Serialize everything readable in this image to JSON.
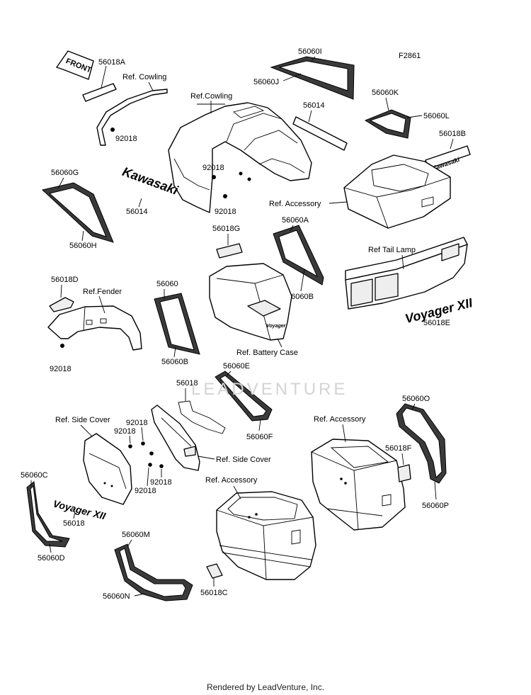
{
  "figure_code": "F2861",
  "watermark": "LEADVENTURE",
  "footer": "Rendered by LeadVenture, Inc.",
  "front_tag": "FRONT",
  "logos": {
    "kawasaki_tank": "Kawasaki",
    "kawasaki_box": "Kawasaki",
    "voyager_rear": "Voyager XII",
    "voyager_side": "Voyager XII",
    "voyager_center": "Voyager"
  },
  "parts": {
    "p56018A": "56018A",
    "p56060I": "56060I",
    "p56060J": "56060J",
    "p92018_a": "92018",
    "p56014_a": "56014",
    "p56060K": "56060K",
    "p56060L": "56060L",
    "p56018B": "56018B",
    "p92018_b": "92018",
    "p92018_c": "92018",
    "p56060G": "56060G",
    "p56014_b": "56014",
    "p56060H": "56060H",
    "p56018G": "56018G",
    "p56060A": "56060A",
    "p56060B_a": "56060B",
    "p56018D": "56018D",
    "p56060_main": "56060",
    "p56060B_b": "56060B",
    "p92018_d": "92018",
    "p56018E": "56018E",
    "p56060E": "56060E",
    "p56018_a": "56018",
    "p56060F": "56060F",
    "p92018_e": "92018",
    "p92018_f": "92018",
    "p92018_g": "92018",
    "p92018_h": "92018",
    "p56060O": "56060O",
    "p56018F": "56018F",
    "p56060P": "56060P",
    "p56060C": "56060C",
    "p56018_b": "56018",
    "p56060D": "56060D",
    "p56060M": "56060M",
    "p56060N": "56060N",
    "p56018C": "56018C"
  },
  "refs": {
    "cowling_a": "Ref. Cowling",
    "cowling_b": "Ref.Cowling",
    "accessory_a": "Ref. Accessory",
    "tail_lamp": "Ref  Tail Lamp",
    "fender": "Ref.Fender",
    "battery_case": "Ref. Battery Case",
    "side_cover_a": "Ref. Side Cover",
    "side_cover_b": "Ref. Side Cover",
    "accessory_b": "Ref. Accessory",
    "accessory_c": "Ref. Accessory"
  }
}
